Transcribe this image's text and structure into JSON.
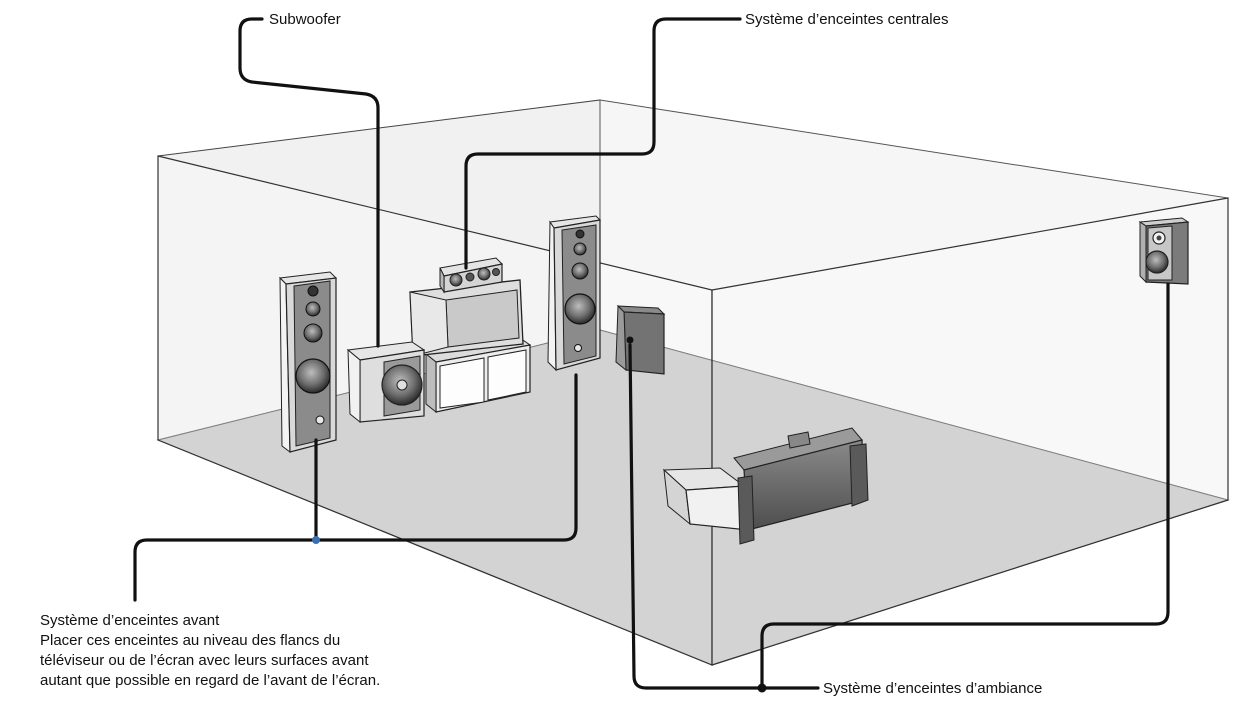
{
  "labels": {
    "subwoofer": "Subwoofer",
    "center": "Système d’enceintes centrales",
    "front_title": "Système d’enceintes avant",
    "front_note": [
      "Placer ces enceintes au niveau des flancs du",
      "téléviseur ou de l’écran avec leurs surfaces avant",
      "autant que possible en regard de l’avant de l’écran."
    ],
    "surround": "Système d’enceintes d’ambiance"
  },
  "colors": {
    "line": "#111111",
    "room_wall": "#f1f1f1",
    "room_floor": "#c4c4c4",
    "speaker_body": "#d9d9d9",
    "speaker_dark": "#6b6b6b",
    "accent_dot": "#3a6fb5"
  }
}
